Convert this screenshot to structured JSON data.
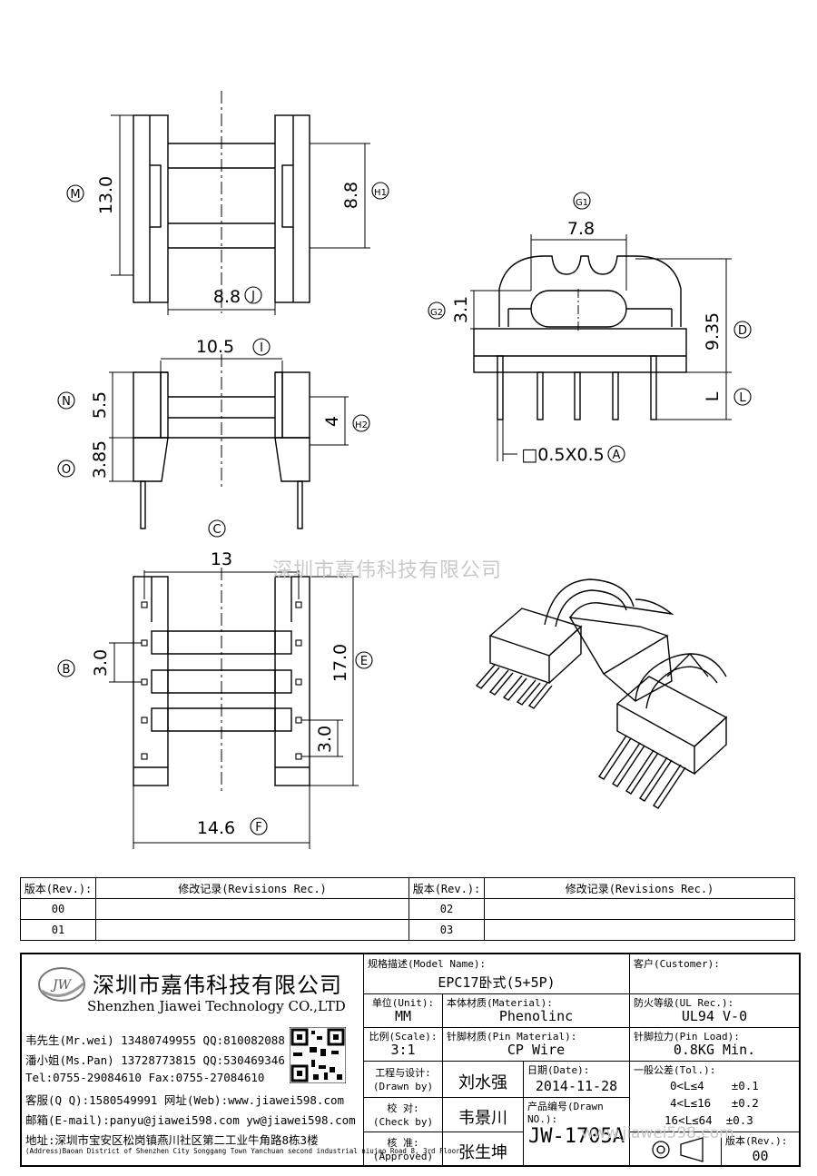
{
  "labels": {
    "M": "M",
    "H1": "H1",
    "J": "J",
    "G1": "G1",
    "G2": "G2",
    "D": "D",
    "L": "L",
    "N": "N",
    "O": "O",
    "I": "I",
    "H2": "H2",
    "A": "A",
    "C": "C",
    "B": "B",
    "E": "E",
    "F": "F"
  },
  "dims": {
    "m": "13.0",
    "h1": "8.8",
    "j": "8.8",
    "g1": "7.8",
    "g2": "3.1",
    "d": "9.35",
    "l": "L",
    "i": "10.5",
    "n": "5.5",
    "o": "3.85",
    "h2": "4",
    "a": "□0.5X0.5",
    "c": "13",
    "b": "3.0",
    "e": "17.0",
    "b2": "3.0",
    "f": "14.6"
  },
  "watermark": "深圳市嘉伟科技有限公司",
  "watermark2": "www.jiawei598.com",
  "revisions": {
    "h_rev": "版本(Rev.):",
    "h_rec": "修改记录(Revisions Rec.)",
    "rows": [
      [
        "00",
        "02"
      ],
      [
        "01",
        "03"
      ]
    ]
  },
  "company": {
    "logo": "JW",
    "cn": "深圳市嘉伟科技有限公司",
    "en": "Shenzhen Jiawei Technology CO.,LTD",
    "contacts": [
      "韦先生(Mr.wei) 13480749955 QQ:810082088",
      "潘小姐(Ms.Pan) 13728773815 QQ:530469346",
      "Tel:0755-29084610       Fax:0755-27084610",
      "客服(Q Q):1580549991   网址(Web):www.jiawei598.com",
      "邮箱(E-mail):panyu@jiawei598.com  yw@jiawei598.com"
    ],
    "addr_cn": "地址:深圳市宝安区松岗镇燕川社区第二工业牛角路8栋3楼",
    "addr_en": "(Address)Baoan District of Shenzhen City Songgang Town Yanchuan  second industrial niujao Road 8, 3rd Floor"
  },
  "title": {
    "model_h": "规格描述(Model Name):",
    "model": "EPC17卧式(5+5P)",
    "cust_h": "客户(Customer):",
    "unit_h": "单位(Unit):",
    "unit": "MM",
    "mat_h": "本体材质(Material):",
    "mat": "Phenolinc",
    "ul_h": "防火等级(UL Rec.):",
    "ul": "UL94 V-0",
    "scale_h": "比例(Scale):",
    "scale": "3:1",
    "pin_h": "针脚材质(Pin Material):",
    "pin": "CP Wire",
    "load_h": "针脚拉力(Pin Load):",
    "load": "0.8KG Min.",
    "drawn_h1": "工程与设计:",
    "drawn_h2": "(Drawn by)",
    "drawn": "刘水强",
    "date_h": "日期(Date):",
    "date": "2014-11-28",
    "tol_h": "一般公差(Tol.):",
    "tol": [
      "0<L≤4    ±0.1",
      "4<L≤16   ±0.2",
      "16<L≤64  ±0.3"
    ],
    "check_h1": "校  对:",
    "check_h2": "(Check by)",
    "check": "韦景川",
    "dno_h": "产品编号(Drawn NO.):",
    "dno": "JW-1705A",
    "appr_h1": "核  准:",
    "appr_h2": "(Approved)",
    "appr": "张生坤",
    "rev_h": "版本(Rev.):",
    "rev": "00"
  }
}
